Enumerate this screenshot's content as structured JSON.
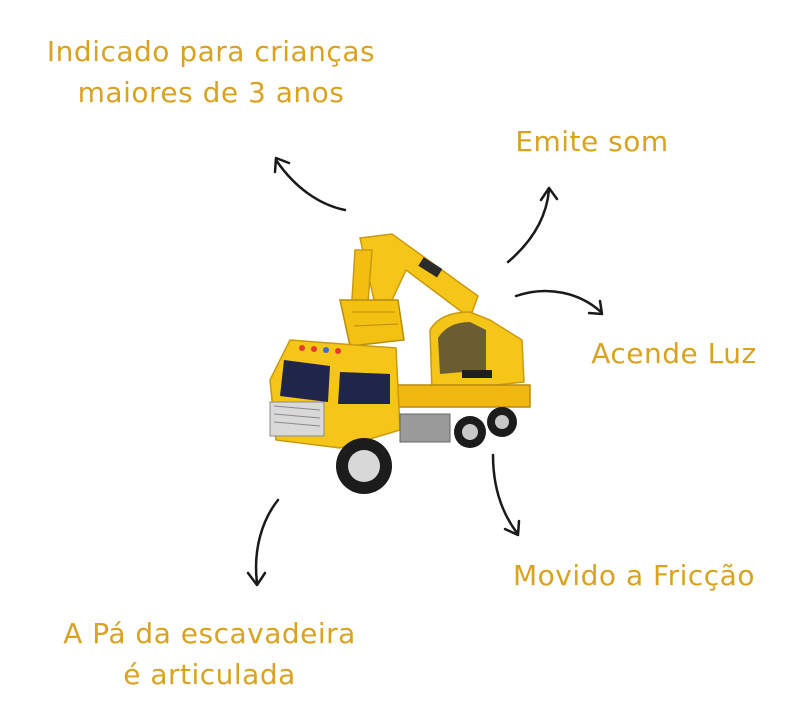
{
  "colors": {
    "label_text": "#d9a320",
    "arrow": "#1a1a1a",
    "truck_body": "#f5c518"
  },
  "product_image": {
    "icon": "yellow-excavator-truck-toy"
  },
  "features": {
    "age": {
      "line1": "Indicado para crianças",
      "line2": "maiores de 3 anos"
    },
    "sound": {
      "text": "Emite som"
    },
    "light": {
      "text": "Acende Luz"
    },
    "friction": {
      "text": "Movido a Fricção"
    },
    "shovel": {
      "line1": "A Pá da escavadeira",
      "line2": "é articulada"
    }
  }
}
